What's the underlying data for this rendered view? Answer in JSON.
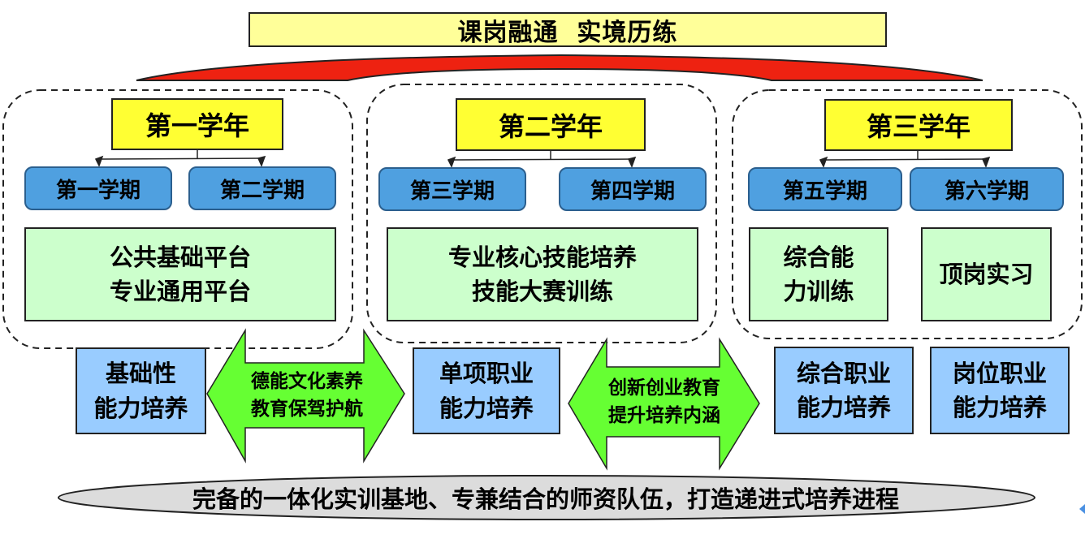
{
  "title": "课岗融通  实境历练",
  "years": [
    {
      "label": "第一学年",
      "terms": [
        "第一学期",
        "第二学期"
      ],
      "platforms": [
        {
          "lines": [
            "公共基础平台",
            "专业通用平台"
          ]
        }
      ]
    },
    {
      "label": "第二学年",
      "terms": [
        "第三学期",
        "第四学期"
      ],
      "platforms": [
        {
          "lines": [
            "专业核心技能培养",
            "技能大赛训练"
          ]
        }
      ]
    },
    {
      "label": "第三学年",
      "terms": [
        "第五学期",
        "第六学期"
      ],
      "platforms": [
        {
          "lines": [
            "综合能",
            "力训练"
          ]
        },
        {
          "lines": [
            "顶岗实习"
          ]
        }
      ]
    }
  ],
  "abilities": [
    {
      "lines": [
        "基础性",
        "能力培养"
      ]
    },
    {
      "lines": [
        "单项职业",
        "能力培养"
      ]
    },
    {
      "lines": [
        "综合职业",
        "能力培养"
      ]
    },
    {
      "lines": [
        "岗位职业",
        "能力培养"
      ]
    }
  ],
  "arrows": [
    {
      "lines": [
        "德能文化素养",
        "教育保驾护航"
      ]
    },
    {
      "lines": [
        "创新创业教育",
        "提升培养内涵"
      ]
    }
  ],
  "footer": "完备的一体化实训基地、专兼结合的师资队伍，打造递进式培养进程",
  "colors": {
    "title_fill": "#ffff99",
    "year_fill": "#ffff33",
    "term_fill": "#4fa0e0",
    "platform_fill": "#ccffcc",
    "ability_fill": "#99ccff",
    "arrow_fill": "#66ff33",
    "arc_fill": "#ee2211",
    "footer_fill": "#dcdcdc"
  },
  "icons": {
    "corner_nav": "back-nav-icon"
  }
}
